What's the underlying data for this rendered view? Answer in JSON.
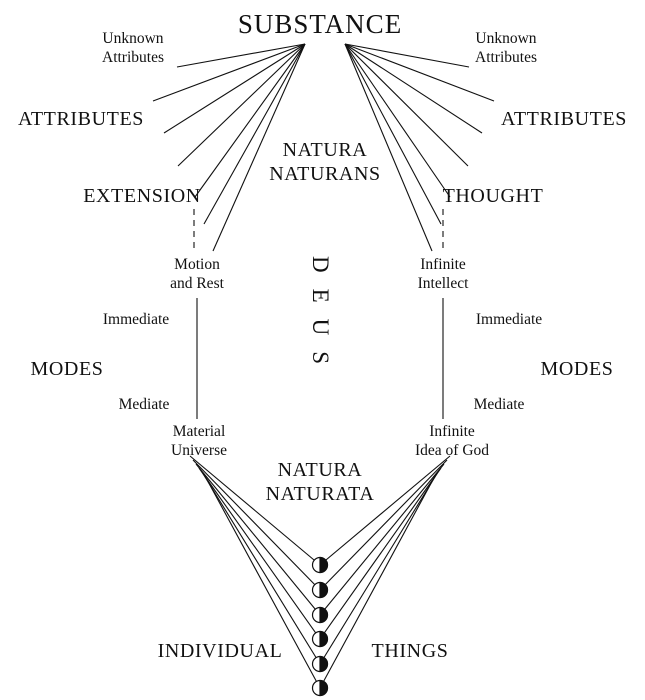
{
  "labels": {
    "substance": "SUBSTANCE",
    "natura_naturans": [
      "NATURA",
      "NATURANS"
    ],
    "natura_naturata": [
      "NATURA",
      "NATURATA"
    ],
    "deus": "DEUS",
    "individual": "INDIVIDUAL",
    "things": "THINGS"
  },
  "left": {
    "unknown_attributes": [
      "Unknown",
      "Attributes"
    ],
    "attributes": "ATTRIBUTES",
    "extension": "EXTENSION",
    "first_mode": [
      "Motion",
      "and Rest"
    ],
    "immediate": "Immediate",
    "modes": "MODES",
    "mediate": "Mediate",
    "mediate_mode": [
      "Material",
      "Universe"
    ]
  },
  "right": {
    "unknown_attributes": [
      "Unknown",
      "Attributes"
    ],
    "attributes": "ATTRIBUTES",
    "thought": "THOUGHT",
    "first_mode": [
      "Infinite",
      "Intellect"
    ],
    "immediate": "Immediate",
    "modes": "MODES",
    "mediate": "Mediate",
    "mediate_mode": [
      "Infinite",
      "Idea of God"
    ]
  },
  "colors": {
    "ink": "#111111",
    "background": "#ffffff"
  }
}
